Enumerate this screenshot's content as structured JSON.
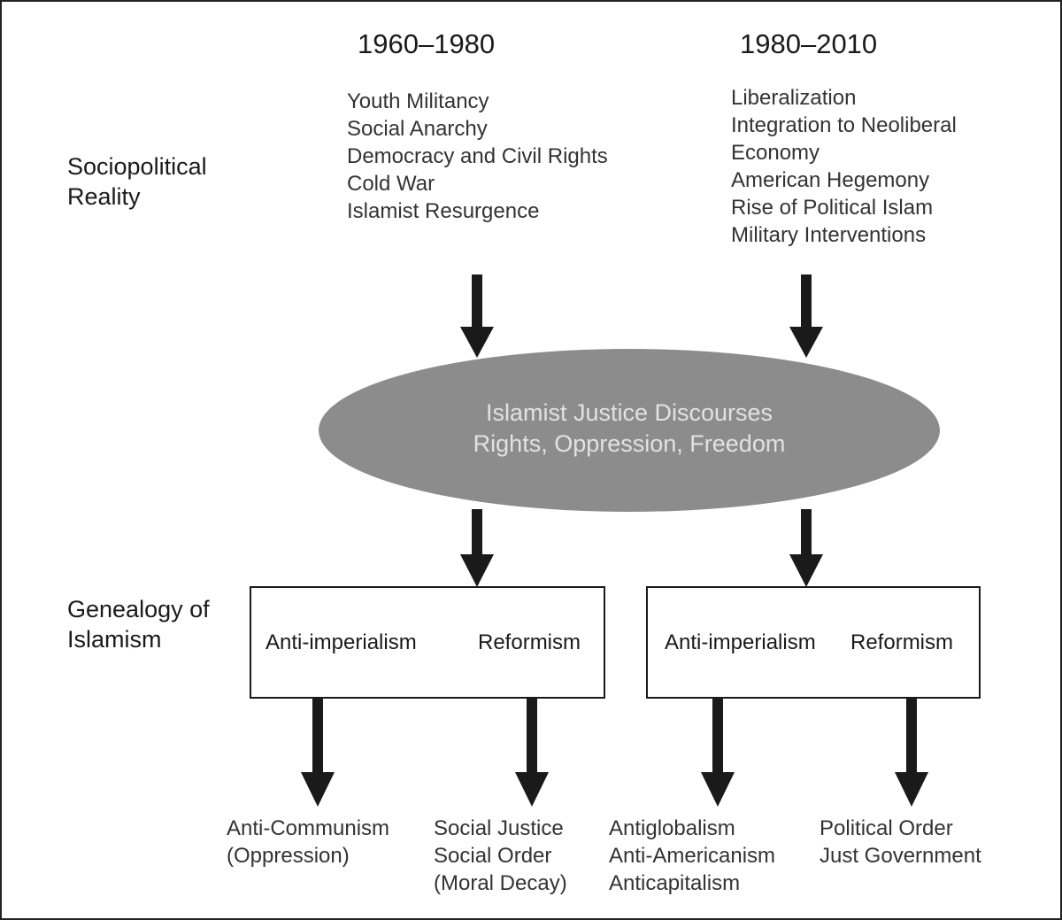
{
  "headers": {
    "era1": "1960–1980",
    "era2": "1980–2010"
  },
  "side_labels": {
    "sociopolitical": [
      "Sociopolitical",
      "Reality"
    ],
    "genealogy": [
      "Genealogy of",
      "Islamism"
    ]
  },
  "era1_realities": [
    "Youth Militancy",
    "Social Anarchy",
    "Democracy and Civil Rights",
    "Cold War",
    "Islamist Resurgence"
  ],
  "era2_realities": [
    "Liberalization",
    "Integration to Neoliberal",
    "Economy",
    "American Hegemony",
    "Rise of Political Islam",
    "Military Interventions"
  ],
  "central": {
    "line1": "Islamist Justice Discourses",
    "line2": "Rights, Oppression, Freedom"
  },
  "box1": {
    "left_label": "Anti-imperialism",
    "right_label": "Reformism"
  },
  "box2": {
    "left_label": "Anti-imperialism",
    "right_label": "Reformism"
  },
  "outcomes": {
    "o1": [
      "Anti-Communism",
      "(Oppression)"
    ],
    "o2": [
      "Social Justice",
      "Social Order",
      "(Moral Decay)"
    ],
    "o3": [
      "Antiglobalism",
      "Anti-Americanism",
      "Anticapitalism"
    ],
    "o4": [
      "Political Order",
      "Just Government"
    ]
  },
  "colors": {
    "ellipse_fill": "#8c8c8c",
    "ellipse_text": "#e2e2e2",
    "arrow": "#1a1a1a"
  }
}
